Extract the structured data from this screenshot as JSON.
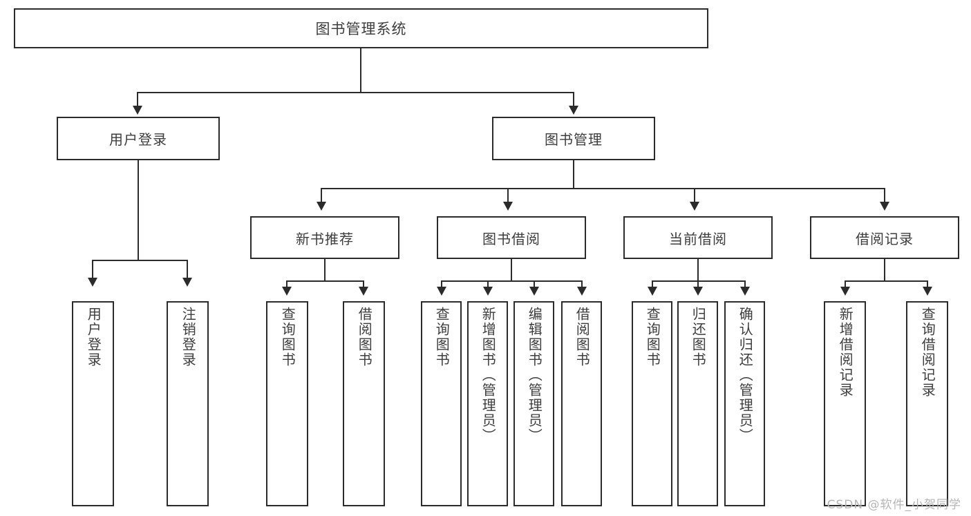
{
  "diagram": {
    "type": "tree",
    "title": "图书管理系统",
    "root": {
      "label": "图书管理系统"
    },
    "level2": [
      {
        "label": "用户登录"
      },
      {
        "label": "图书管理"
      }
    ],
    "level3": [
      {
        "label": "新书推荐"
      },
      {
        "label": "图书借阅"
      },
      {
        "label": "当前借阅"
      },
      {
        "label": "借阅记录"
      }
    ],
    "leaves": {
      "user_login": [
        {
          "label": "用户登录"
        },
        {
          "label": "注销登录"
        }
      ],
      "new_book_recommend": [
        {
          "label": "查询图书"
        },
        {
          "label": "借阅图书"
        }
      ],
      "book_borrow": [
        {
          "label": "查询图书"
        },
        {
          "label": "新增图书（管理员）"
        },
        {
          "label": "编辑图书（管理员）"
        },
        {
          "label": "借阅图书"
        }
      ],
      "current_borrow": [
        {
          "label": "查询图书"
        },
        {
          "label": "归还图书"
        },
        {
          "label": "确认归还（管理员）"
        }
      ],
      "borrow_record": [
        {
          "label": "新增借阅记录"
        },
        {
          "label": "查询借阅记录"
        }
      ]
    }
  },
  "watermark": {
    "text": "CSDN @软件_小贺同学"
  },
  "colors": {
    "stroke": "#2b2b2b",
    "text": "#3d3d3d",
    "background": "#ffffff",
    "watermark": "#b6b6b6"
  }
}
